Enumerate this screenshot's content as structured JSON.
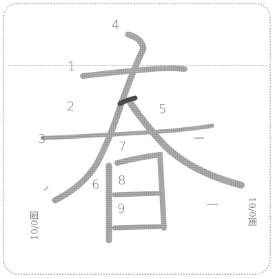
{
  "stroke_numbers": [
    "1",
    "2",
    "3",
    "4",
    "5",
    "6",
    "7",
    "8",
    "9"
  ],
  "side_marks": {
    "left": "10/0图",
    "right": "10/0图"
  },
  "colors": {
    "stroke": "#8c8c8c",
    "stroke_dark": "#5a5a5a",
    "guide": "#9a9a9a",
    "border": "#b9b9b9"
  }
}
